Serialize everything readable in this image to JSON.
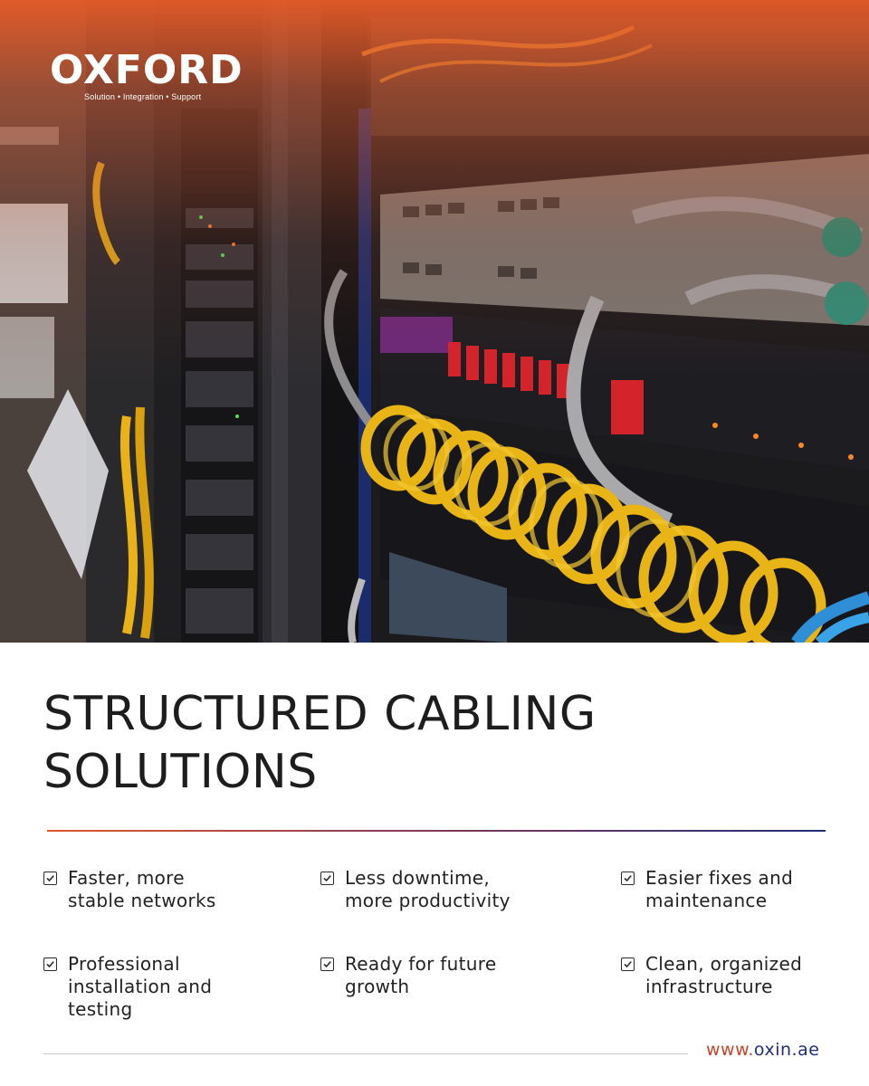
{
  "brand": {
    "name": "OXFORD",
    "tagline": "Solution • Integration • Support"
  },
  "hero": {
    "image_description_icon": "server-rack-photo"
  },
  "title": {
    "line1": "STRUCTURED CABLING",
    "line2": "SOLUTIONS"
  },
  "features": [
    {
      "lines": [
        "Faster, more",
        "stable networks"
      ]
    },
    {
      "lines": [
        "Less downtime,",
        "more productivity"
      ]
    },
    {
      "lines": [
        "Easier fixes and",
        "maintenance"
      ]
    },
    {
      "lines": [
        "Professional",
        "installation and",
        "testing"
      ]
    },
    {
      "lines": [
        "Ready for future",
        "growth"
      ]
    },
    {
      "lines": [
        "Clean, organized",
        "infrastructure"
      ]
    }
  ],
  "footer": {
    "website_prefix": "www.",
    "website_main": "oxin.ae"
  },
  "colors": {
    "accent_orange": "#e0592a",
    "accent_navy": "#1f2d7a",
    "title_text": "#1d1d1d"
  }
}
